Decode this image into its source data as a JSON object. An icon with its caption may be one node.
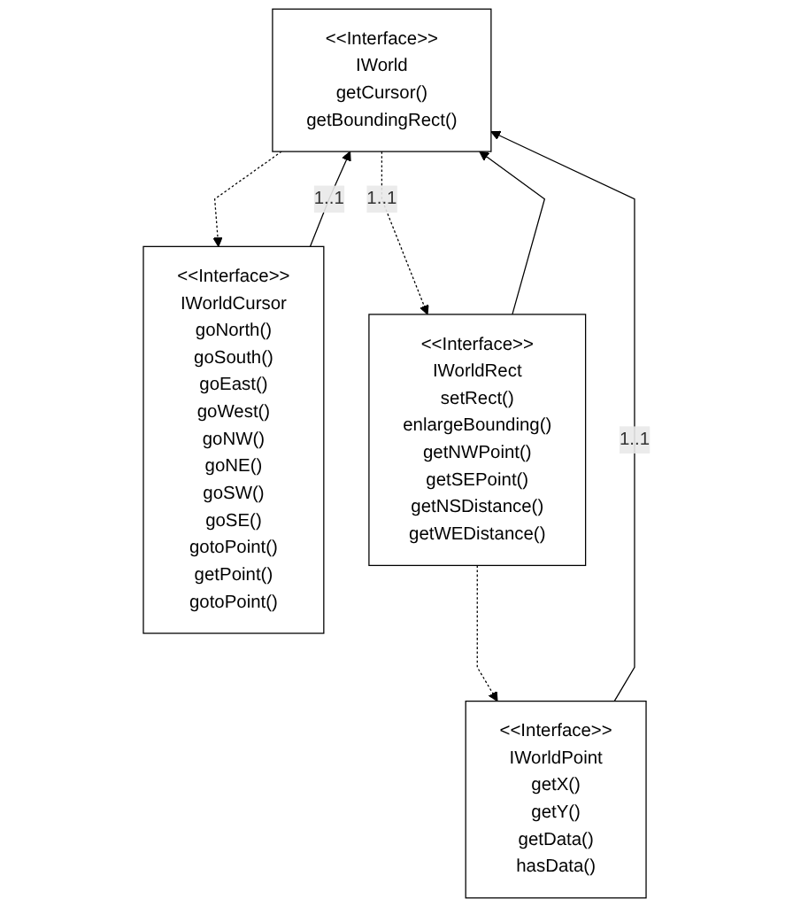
{
  "diagram": {
    "nodes": [
      {
        "text": [
          "<<Interface>>",
          "IWorld",
          "getCursor()",
          "getBoundingRect()"
        ]
      },
      {
        "text": [
          "<<Interface>>",
          "IWorldPoint",
          "getX()",
          "getY()",
          "getData()",
          "hasData()"
        ]
      },
      {
        "text": [
          "<<Interface>>",
          "IWorldCursor",
          "goNorth()",
          "goSouth()",
          "goEast()",
          "goWest()",
          "goNW()",
          "goNE()",
          "goSW()",
          "goSE()",
          "gotoPoint()",
          "getPoint()",
          "gotoPoint()"
        ]
      },
      {
        "text": [
          "<<Interface>>",
          "IWorldRect",
          "setRect()",
          "enlargeBounding()",
          "getNWPoint()",
          "getSEPoint()",
          "getNSDistance()",
          "getWEDistance()"
        ]
      }
    ],
    "edges": [
      {
        "from": 1,
        "to": 0,
        "arrow": "to",
        "label": "1..1"
      },
      {
        "from": 0,
        "to": 2,
        "arrow": "to",
        "style": "dashed"
      },
      {
        "from": 2,
        "to": 0,
        "arrow": "to",
        "label": "1..1"
      },
      {
        "from": 0,
        "to": 3,
        "arrow": "to",
        "style": "dashed",
        "label": "1..1"
      },
      {
        "from": 3,
        "to": 0,
        "arrow": "to"
      },
      {
        "from": 3,
        "to": 1,
        "arrow": "to",
        "style": "dashed"
      }
    ]
  }
}
